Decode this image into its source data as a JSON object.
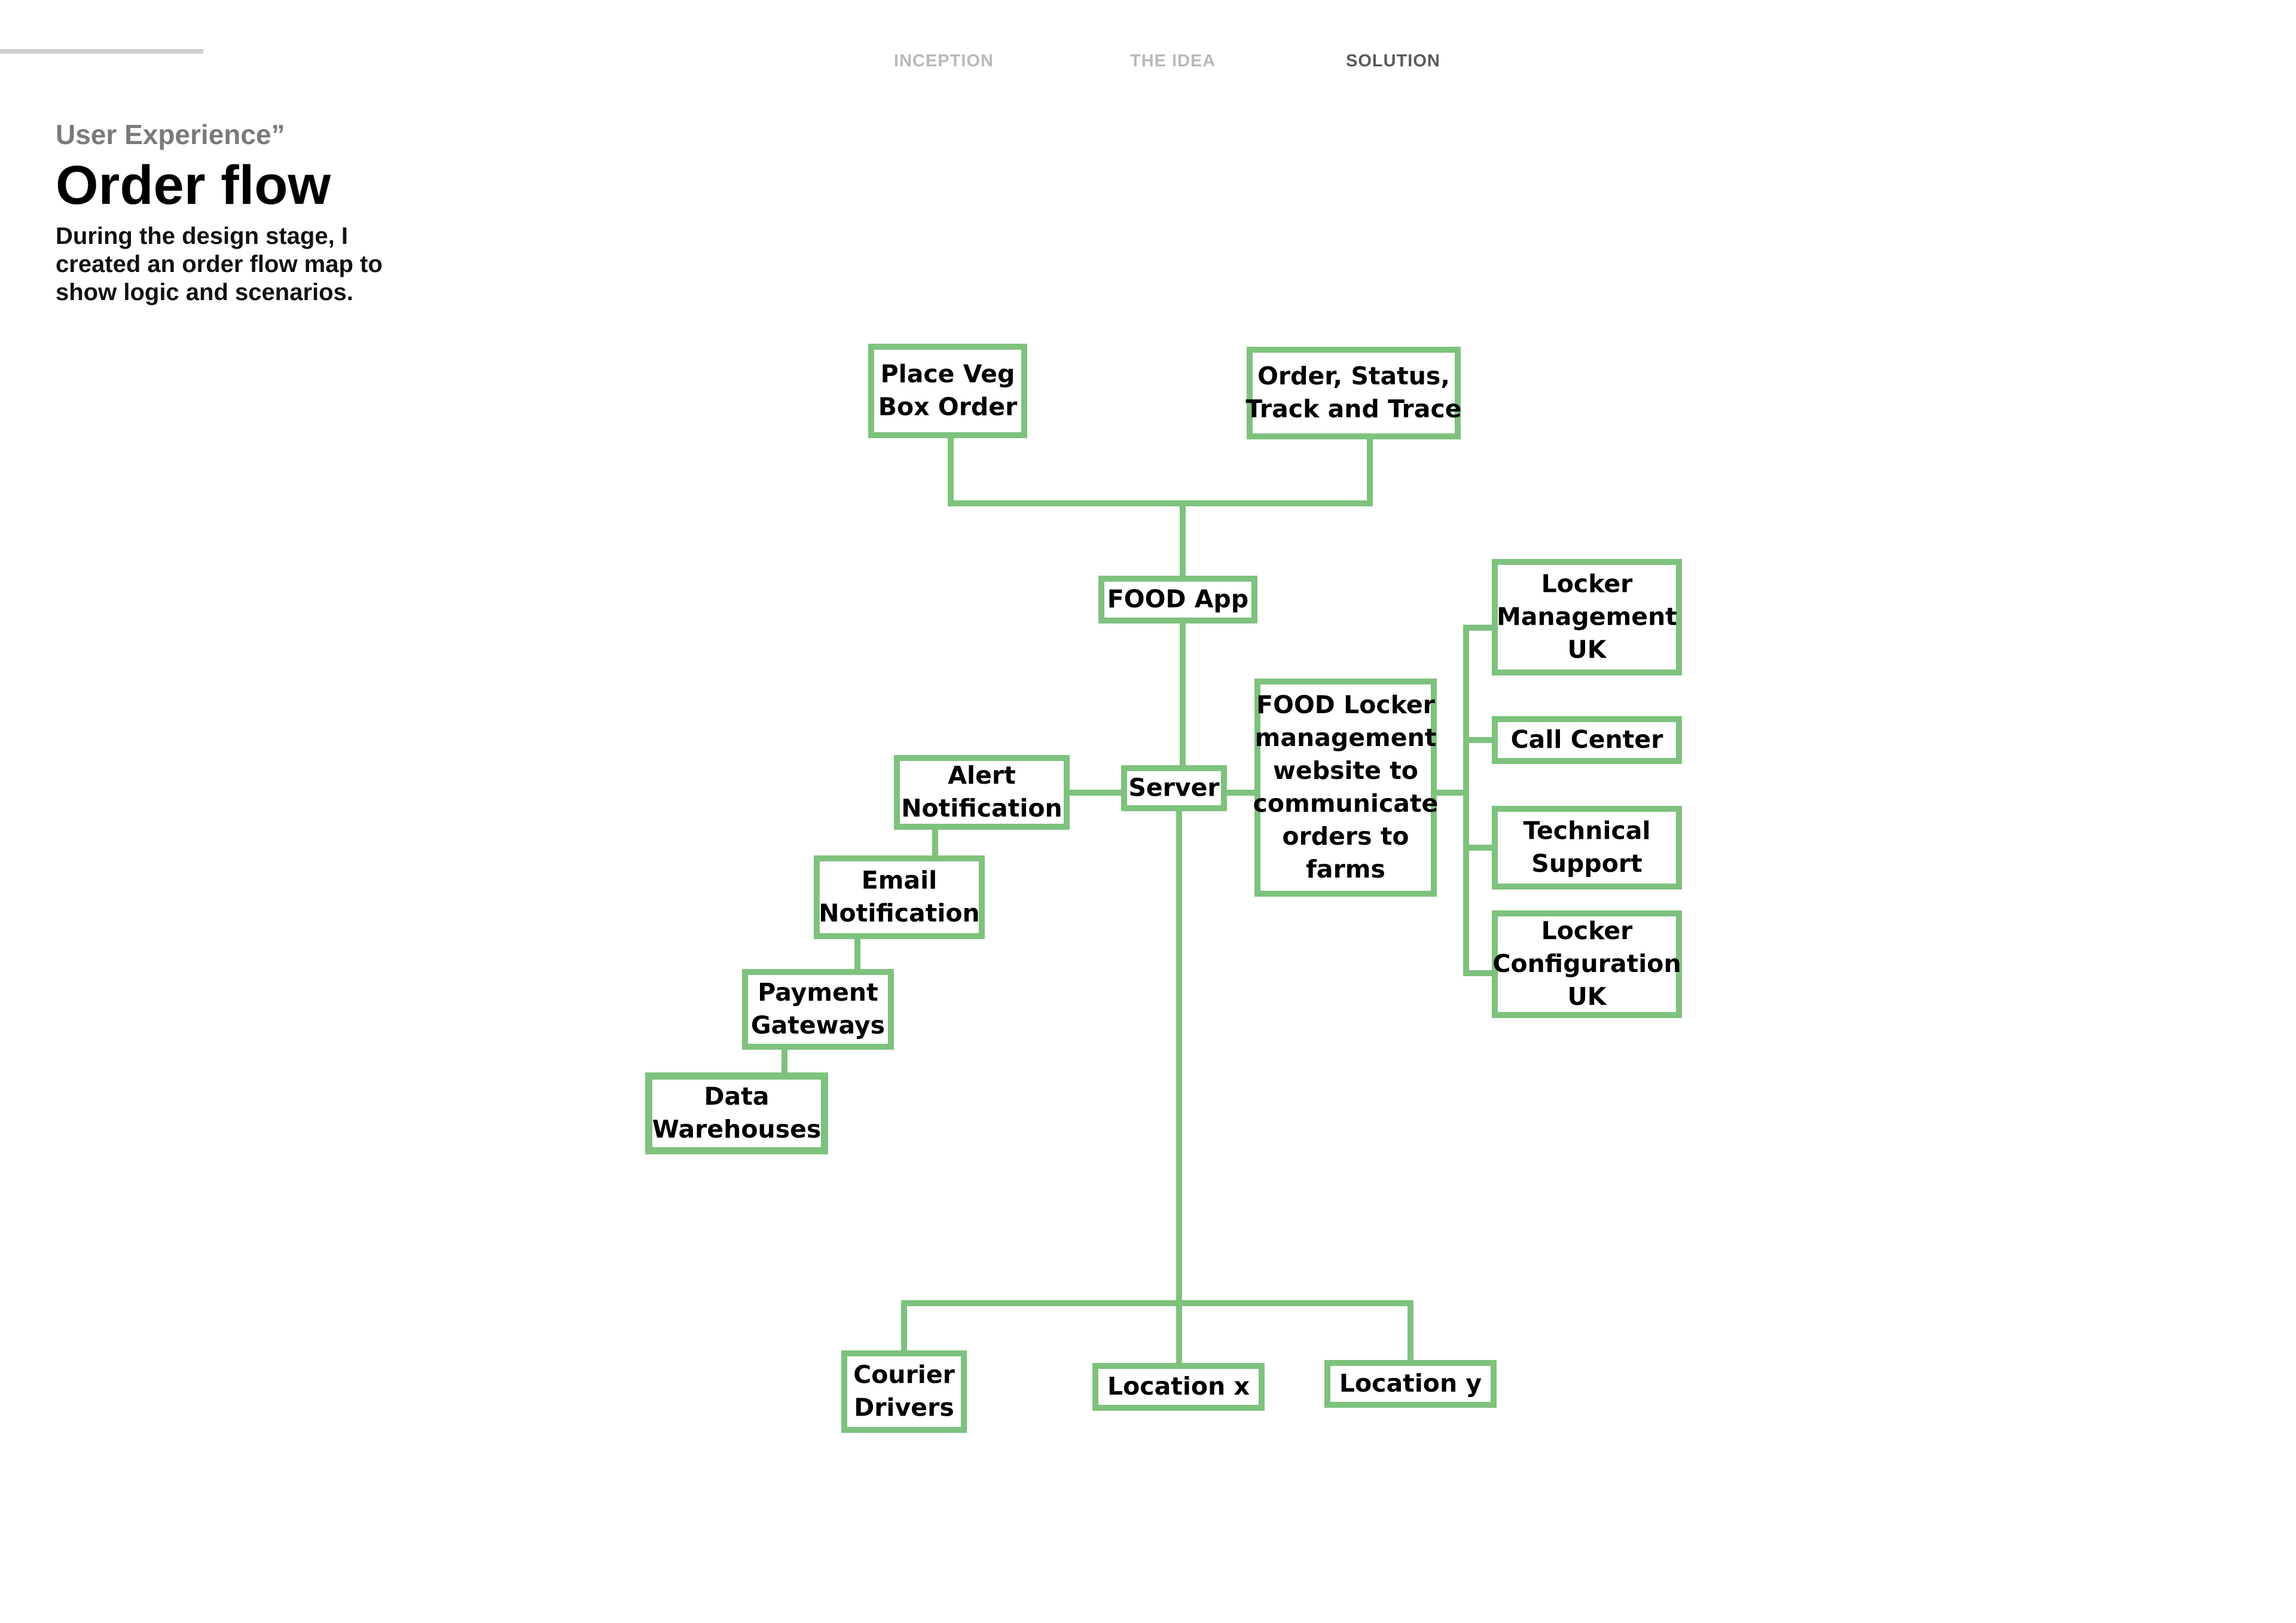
{
  "nav": {
    "items": [
      {
        "label": "INCEPTION"
      },
      {
        "label": "THE IDEA"
      },
      {
        "label": "SOLUTION"
      }
    ],
    "active": "SOLUTION"
  },
  "header": {
    "eyebrow": "User Experience”",
    "title": "Order flow",
    "description": "During the design stage, I created an order flow map to show logic and scenarios."
  },
  "diagram": {
    "line_color": "#7dc27d",
    "nodes": {
      "place_veg_box_order": [
        "Place Veg",
        "Box Order"
      ],
      "order_status_track": [
        "Order, Status,",
        "Track and Trace"
      ],
      "food_app": [
        "FOOD App"
      ],
      "server": [
        "Server"
      ],
      "alert_notification": [
        "Alert",
        "Notification"
      ],
      "email_notification": [
        "Email",
        "Notification"
      ],
      "payment_gateways": [
        "Payment",
        "Gateways"
      ],
      "data_warehouses": [
        "Data",
        "Warehouses"
      ],
      "food_locker_website": [
        "FOOD Locker",
        "management",
        "website to",
        "communicate",
        "orders to",
        "farms"
      ],
      "locker_management_uk": [
        "Locker",
        "Management",
        "UK"
      ],
      "call_center": [
        "Call Center"
      ],
      "technical_support": [
        "Technical",
        "Support"
      ],
      "locker_configuration_uk": [
        "Locker",
        "Configuration",
        "UK"
      ],
      "courier_drivers": [
        "Courier",
        "Drivers"
      ],
      "location_x": [
        "Location x"
      ],
      "location_y": [
        "Location y"
      ]
    }
  }
}
